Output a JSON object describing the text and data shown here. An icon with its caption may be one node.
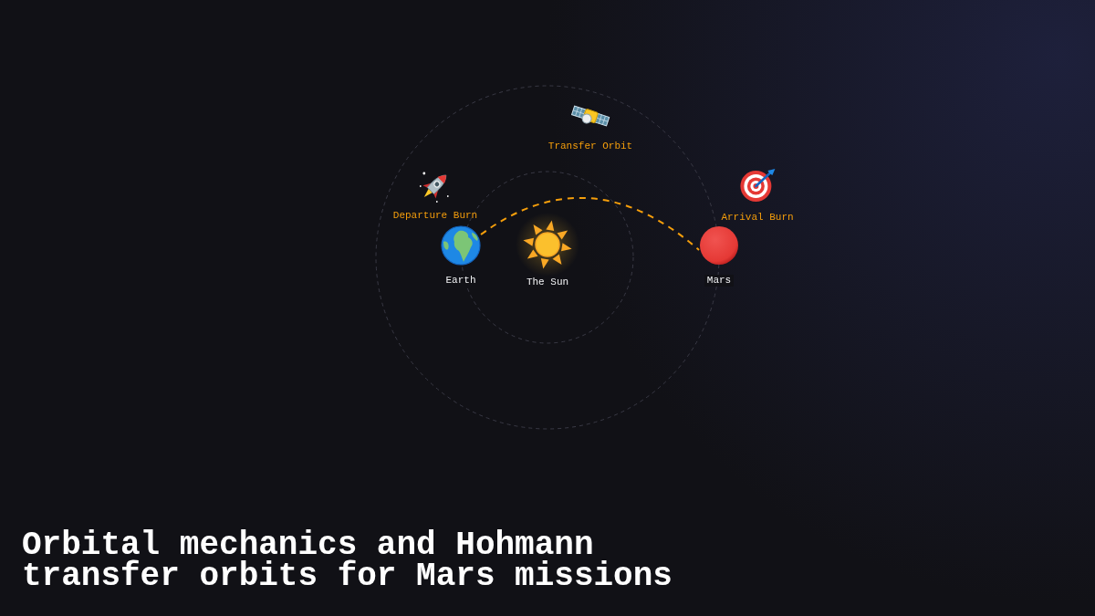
{
  "diagram": {
    "title": "Orbital mechanics and Hohmann transfer orbits for Mars missions",
    "nodes": [
      {
        "text": [
          "Transfer Orbit"
        ]
      },
      {
        "text": [
          "Departure Burn"
        ]
      },
      {
        "text": [
          "Arrival Burn"
        ]
      },
      {
        "text": [
          "Earth"
        ]
      },
      {
        "text": [
          "The Sun"
        ]
      },
      {
        "text": [
          "Mars"
        ]
      }
    ],
    "edges": [
      {
        "from": 3,
        "to": 5,
        "arrow": "none",
        "style": "dashed",
        "color": "#f59e0b"
      }
    ]
  }
}
